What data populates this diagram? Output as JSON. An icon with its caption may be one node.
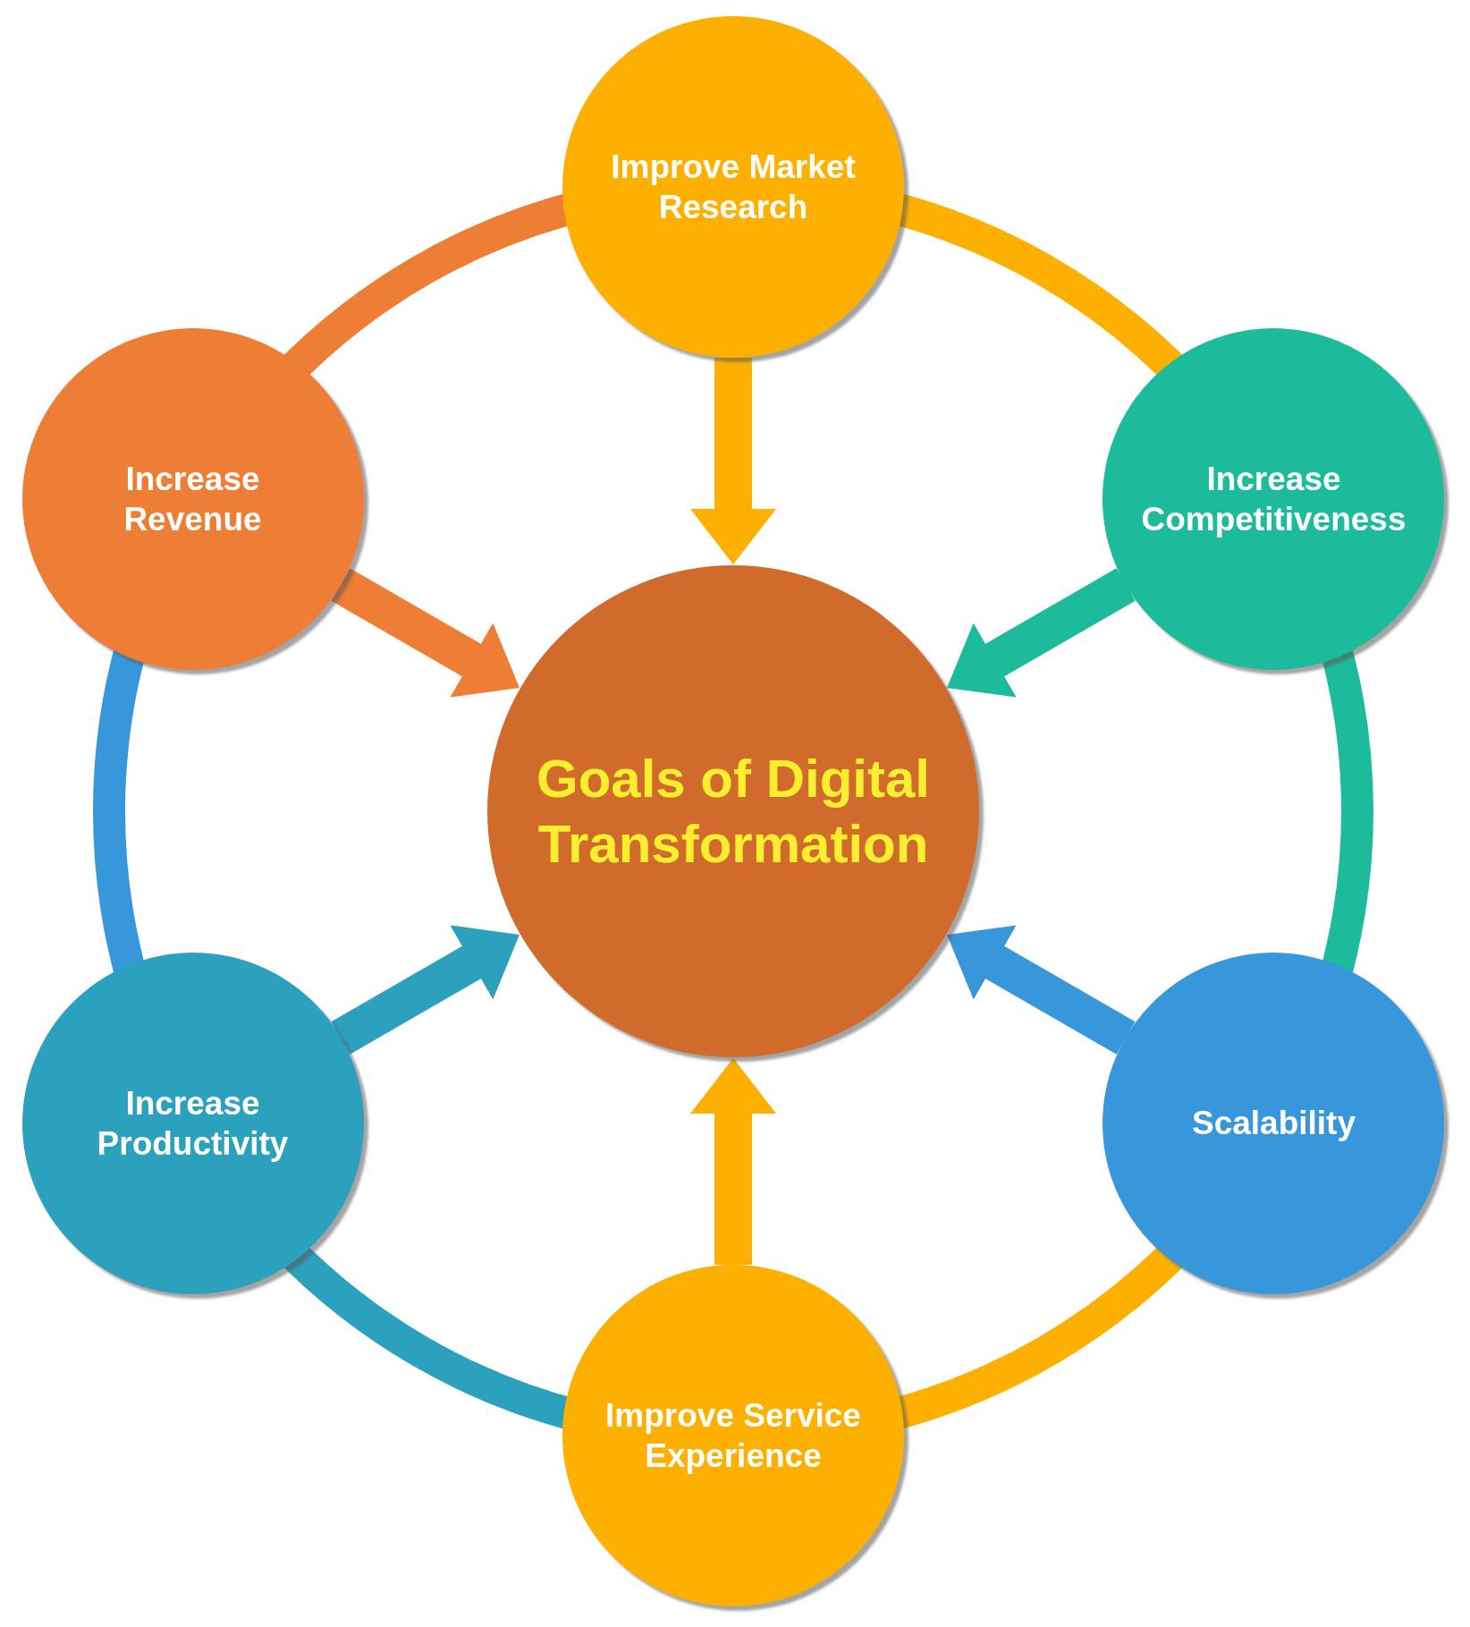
{
  "diagram": {
    "nodes": [
      {
        "text": [
          "Goals of Digital Transformation"
        ]
      },
      {
        "text": [
          "Improve Market Research"
        ]
      },
      {
        "text": [
          "Increase Revenue"
        ]
      },
      {
        "text": [
          "Increase Competitiveness"
        ]
      },
      {
        "text": [
          "Increase Productivity"
        ]
      },
      {
        "text": [
          "Scalability"
        ]
      },
      {
        "text": [
          "Improve Service Experience"
        ]
      }
    ],
    "edges": [
      {
        "from": 1,
        "to": 0,
        "arrow": "to",
        "color": "#fdb000"
      },
      {
        "from": 2,
        "to": 0,
        "arrow": "to",
        "color": "#ee7d35"
      },
      {
        "from": 3,
        "to": 0,
        "arrow": "to",
        "color": "#1cbb9b"
      },
      {
        "from": 4,
        "to": 0,
        "arrow": "to",
        "color": "#2ba1bd"
      },
      {
        "from": 5,
        "to": 0,
        "arrow": "to",
        "color": "#3897db"
      },
      {
        "from": 6,
        "to": 0,
        "arrow": "to",
        "color": "#fdb000"
      },
      {
        "from": 1,
        "to": 3,
        "arrow": "none",
        "color": "#fdb000"
      },
      {
        "from": 3,
        "to": 5,
        "arrow": "none",
        "color": "#1cbb9b"
      },
      {
        "from": 5,
        "to": 6,
        "arrow": "none",
        "color": "#fdb000"
      },
      {
        "from": 6,
        "to": 4,
        "arrow": "none",
        "color": "#2ba1bd"
      },
      {
        "from": 4,
        "to": 2,
        "arrow": "none",
        "color": "#3897db"
      },
      {
        "from": 2,
        "to": 1,
        "arrow": "none",
        "color": "#ee7d35"
      }
    ]
  }
}
